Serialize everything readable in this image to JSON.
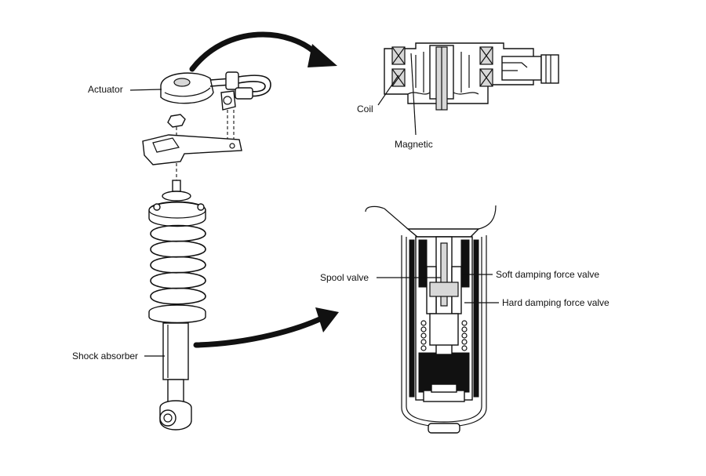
{
  "labels": {
    "actuator": "Actuator",
    "coil": "Coil",
    "magnetic": "Magnetic",
    "spool_valve": "Spool valve",
    "soft_valve": "Soft damping force valve",
    "hard_valve": "Hard damping force valve",
    "shock_absorber": "Shock absorber"
  }
}
